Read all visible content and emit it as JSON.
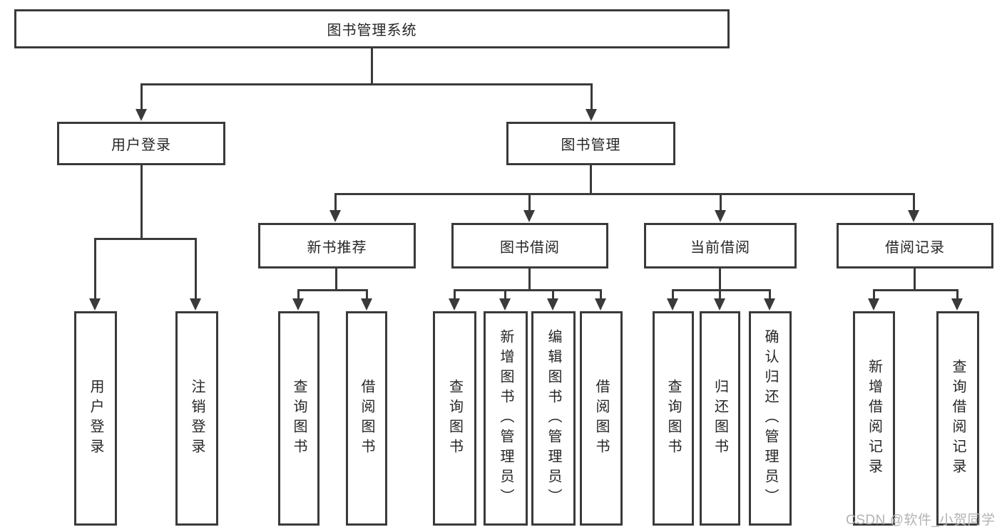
{
  "tree": {
    "root": {
      "label": "图书管理系统",
      "children": [
        {
          "label": "用户登录",
          "children": [
            {
              "label": "用户登录"
            },
            {
              "label": "注销登录"
            }
          ]
        },
        {
          "label": "图书管理",
          "children": [
            {
              "label": "新书推荐",
              "children": [
                {
                  "label": "查询图书"
                },
                {
                  "label": "借阅图书"
                }
              ]
            },
            {
              "label": "图书借阅",
              "children": [
                {
                  "label": "查询图书"
                },
                {
                  "label": "新增图书（管理员）"
                },
                {
                  "label": "编辑图书（管理员）"
                },
                {
                  "label": "借阅图书"
                }
              ]
            },
            {
              "label": "当前借阅",
              "children": [
                {
                  "label": "查询图书"
                },
                {
                  "label": "归还图书"
                },
                {
                  "label": "确认归还（管理员）"
                }
              ]
            },
            {
              "label": "借阅记录",
              "children": [
                {
                  "label": "新增借阅记录"
                },
                {
                  "label": "查询借阅记录"
                }
              ]
            }
          ]
        }
      ]
    }
  },
  "watermark": {
    "text": "CSDN @软件_小贺同学"
  },
  "colors": {
    "line": "#3a3a3a",
    "box_border": "#3a3a3a",
    "text": "#262626",
    "background": "#ffffff",
    "watermark": "#b3b3b3"
  }
}
